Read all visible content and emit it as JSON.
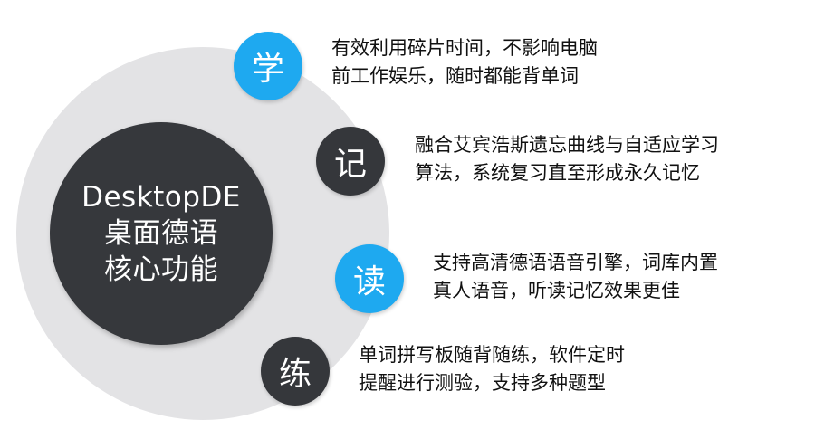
{
  "center": {
    "line1": "DesktopDE",
    "line2": "桌面德语",
    "line3": "核心功能"
  },
  "features": [
    {
      "badge": "学",
      "line1": "有效利用碎片时间，不影响电脑",
      "line2": "前工作娱乐，随时都能背单词"
    },
    {
      "badge": "记",
      "line1": "融合艾宾浩斯遗忘曲线与自适应学习",
      "line2": "算法，系统复习直至形成永久记忆"
    },
    {
      "badge": "读",
      "line1": "支持高清德语语音引擎，词库内置",
      "line2": "真人语音，听读记忆效果更佳"
    },
    {
      "badge": "练",
      "line1": "单词拼写板随背随练，软件定时",
      "line2": "提醒进行测验，支持多种题型"
    }
  ],
  "colors": {
    "accent_blue": "#1ea9f0",
    "dark": "#35373b",
    "ring_gray": "#e3e3e5"
  }
}
